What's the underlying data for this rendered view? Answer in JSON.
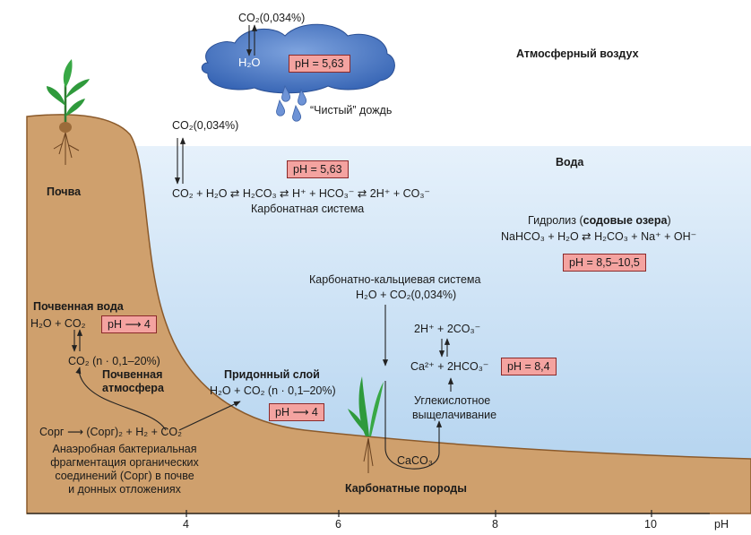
{
  "diagram": {
    "cloud": {
      "co2_label": "CO₂(0,034%)",
      "h2o_label": "H₂O",
      "ph_badge": "pH = 5,63",
      "rain_label": "“Чистый” дождь"
    },
    "zones": {
      "atmosphere": "Атмосферный воздух",
      "water": "Вода",
      "soil": "Почва",
      "rocks": "Карбонатные породы"
    },
    "carbonate_system": {
      "co2_label": "CO₂(0,034%)",
      "ph_badge": "pH = 5,63",
      "equation": "CO₂ + H₂O ⇄ H₂CO₃ ⇄ H⁺ + HCO₃⁻ ⇄ 2H⁺ + CO₃⁻",
      "caption": "Карбонатная система"
    },
    "hydrolysis": {
      "title_plain": "Гидролиз (",
      "title_bold": "содовые озера",
      "title_close": ")",
      "equation": "NaHCO₃ + H₂O ⇄ H₂CO₃ + Na⁺ + OH⁻",
      "ph_badge": "pH = 8,5–10,5"
    },
    "calcium_system": {
      "title": "Карбонатно-кальциевая система",
      "input": "H₂O + CO₂(0,034%)",
      "top": "2H⁺ + 2CO₃⁻",
      "middle": "Ca²⁺ + 2HCO₃⁻",
      "ph_badge": "pH = 8,4",
      "leaching_1": "Углекислотное",
      "leaching_2": "выщелачивание",
      "caco3": "CaCO₃"
    },
    "soil_water": {
      "title": "Почвенная вода",
      "equation": "H₂O + CO₂",
      "ph_badge": "pH ⟶ 4",
      "co2_line": "CO₂ (n · 0,1–20%)"
    },
    "soil_atmosphere": {
      "line1": "Почвенная",
      "line2": "атмосфера"
    },
    "bottom_layer": {
      "title": "Придонный слой",
      "equation": "H₂O + CO₂ (n · 0,1–20%)",
      "ph_badge": "pH ⟶ 4"
    },
    "anaerobic": {
      "equation": "Cорг ⟶ (Cорг)₂ + H₂ + CO₂",
      "line1": "Анаэробная бактериальная",
      "line2": "фрагментация органических",
      "line3": "соединений (Cорг) в почве",
      "line4": "и донных отложениях"
    },
    "axis": {
      "ticks": [
        "4",
        "6",
        "8",
        "10"
      ],
      "unit": "pH"
    }
  },
  "colors": {
    "soil": "#cfa06d",
    "water_top": "#e6f1fb",
    "water_bottom": "#aed0ee",
    "cloud": "#3f6fc0",
    "badge": "#f4a3a0",
    "badge_border": "#8a2a2a",
    "plant": "#2f9a3c"
  }
}
